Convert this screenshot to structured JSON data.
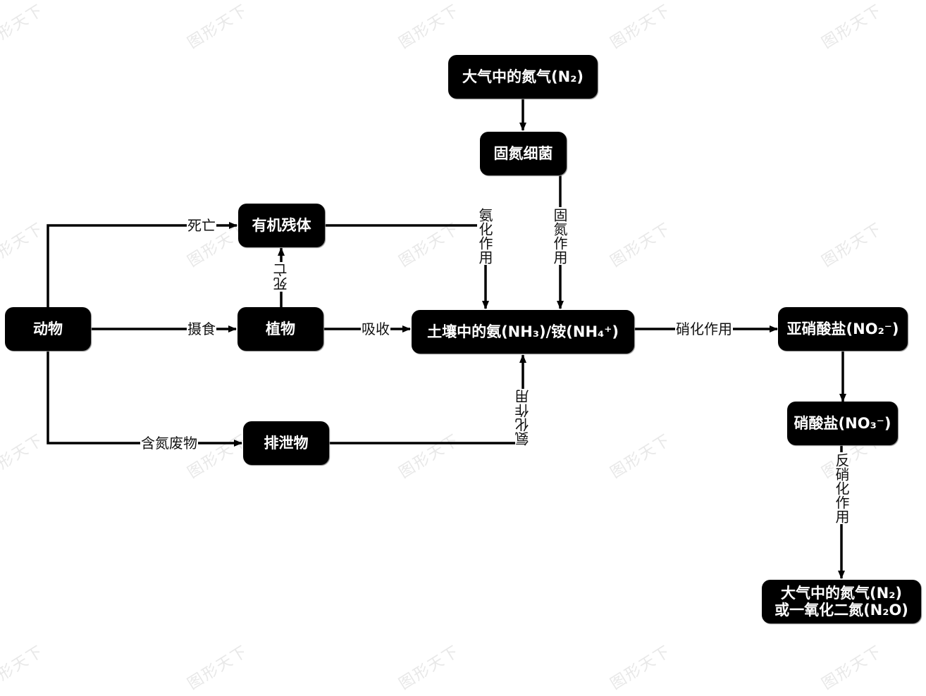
{
  "watermark": "图形天下",
  "colors": {
    "node_bg": "#000000",
    "node_text": "#ffffff",
    "edge": "#000000",
    "background": "#ffffff",
    "watermark": "#e8e8e8"
  },
  "nodes": {
    "atmosphere_n2": "大气中的氮气(N₂)",
    "nitrogen_fixing_bacteria": "固氮细菌",
    "organic_residue": "有机残体",
    "animal": "动物",
    "plant": "植物",
    "soil_ammonia": "土壤中的氨(NH₃)/铵(NH₄⁺)",
    "nitrite": "亚硝酸盐(NO₂⁻)",
    "nitrate": "硝酸盐(NO₃⁻)",
    "excreta": "排泄物",
    "final_line1": "大气中的氮气(N₂)",
    "final_line2": "或一氧化二氮(N₂O)"
  },
  "edge_labels": {
    "animal_death": "死亡",
    "plant_death": "死亡",
    "feeding": "摄食",
    "absorption": "吸收",
    "ammonification_top": "氨化作用",
    "nitrogen_fixation": "固氮作用",
    "ammonification_bottom": "氨化作用",
    "nitrification": "硝化作用",
    "nitrogen_waste": "含氮废物",
    "denitrification": "反硝化作用"
  }
}
